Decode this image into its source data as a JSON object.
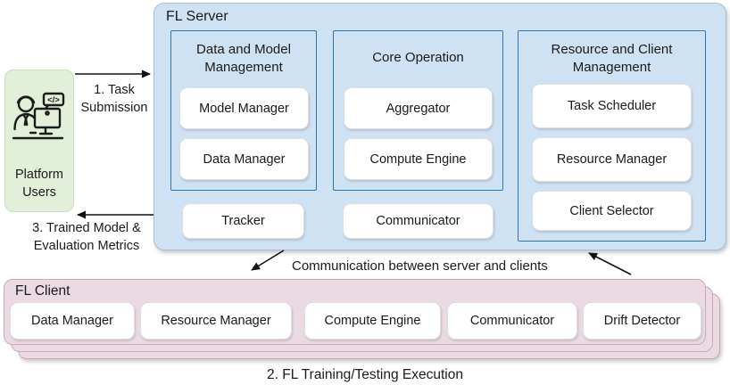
{
  "colors": {
    "server_fill": "#cfe2f3",
    "server_border": "#a9bed2",
    "group_border": "#2e75b6",
    "client_fill": "#ebdae3",
    "client_border": "#c6adb9",
    "users_fill": "#e2f0d9",
    "users_border": "#c9e0ba",
    "box_fill": "#ffffff",
    "text": "#1a1a1a"
  },
  "platform_users": {
    "label": "Platform Users",
    "icon": "developer-at-computer-icon",
    "icon_code": "</>"
  },
  "server": {
    "title": "FL Server",
    "groups": [
      {
        "title": "Data and Model Management",
        "items": [
          "Model Manager",
          "Data Manager"
        ]
      },
      {
        "title": "Core Operation",
        "items": [
          "Aggregator",
          "Compute Engine"
        ]
      },
      {
        "title": "Resource and Client Management",
        "items": [
          "Task Scheduler",
          "Resource Manager",
          "Client Selector"
        ]
      }
    ],
    "standalone_items": [
      "Tracker",
      "Communicator"
    ]
  },
  "client": {
    "title": "FL Client",
    "items": [
      "Data Manager",
      "Resource Manager",
      "Compute Engine",
      "Communicator",
      "Drift Detector"
    ]
  },
  "flow_labels": {
    "task_submission": "1. Task Submission",
    "trained_model": "3. Trained Model & Evaluation Metrics",
    "communication": "Communication between server and clients",
    "execution": "2. FL Training/Testing Execution"
  }
}
